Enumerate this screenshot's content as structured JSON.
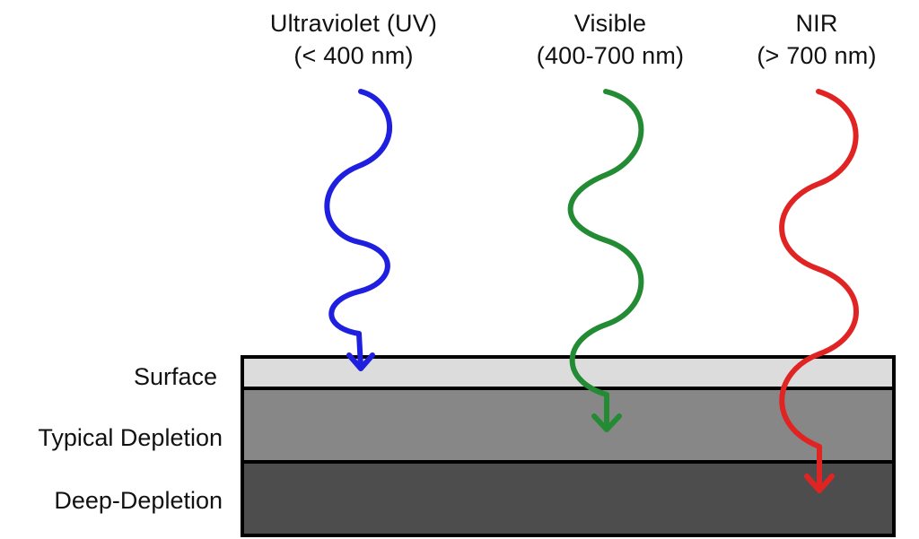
{
  "radiation_bands": [
    {
      "name": "Ultraviolet (UV)",
      "range": "(< 400 nm)",
      "color": "#1f1fe0",
      "stops_in": "Surface"
    },
    {
      "name": "Visible",
      "range": "(400-700 nm)",
      "color": "#228b33",
      "stops_in": "Typical Depletion"
    },
    {
      "name": "NIR",
      "range": "(> 700 nm)",
      "color": "#e02424",
      "stops_in": "Deep-Depletion"
    }
  ],
  "layers": [
    {
      "label": "Surface",
      "color": "#dcdcdc"
    },
    {
      "label": "Typical Depletion",
      "color": "#878787"
    },
    {
      "label": "Deep-Depletion",
      "color": "#4d4d4d"
    }
  ]
}
